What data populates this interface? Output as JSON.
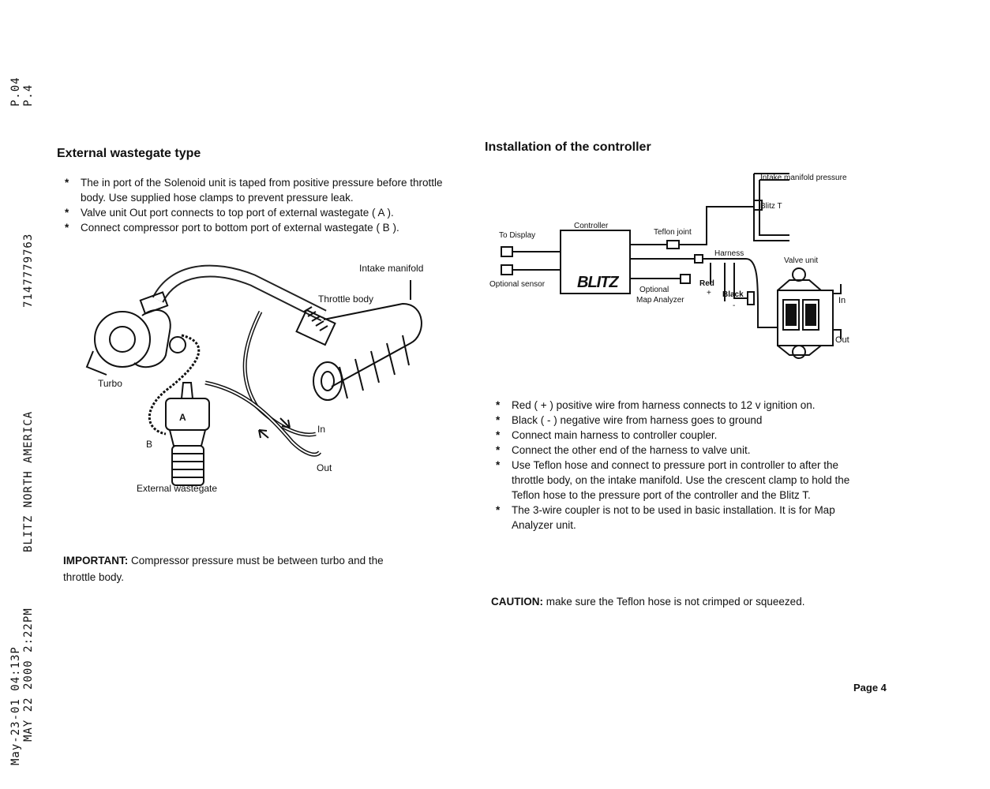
{
  "fax_header": {
    "page_a": "P.04",
    "page_b": "P.4",
    "phone": "7147779763",
    "company": "BLITZ NORTH AMERICA",
    "stamp_a": "May-23-01 04:13P",
    "stamp_b": "MAY 22 2000 2:22PM"
  },
  "left": {
    "title": "External wastegate type",
    "bullets": [
      "The in port of the Solenoid unit is taped from positive pressure before throttle body.  Use supplied hose clamps to prevent pressure leak.",
      "Valve unit Out port connects to top port of external wastegate ( A ).",
      "Connect compressor port to bottom port of external wastegate ( B )."
    ],
    "diagram_labels": {
      "intake_manifold": "Intake manifold",
      "throttle_body": "Throttle body",
      "turbo": "Turbo",
      "a": "A",
      "b": "B",
      "in": "In",
      "out": "Out",
      "external_wastegate": "External wastegate"
    },
    "important_label": "IMPORTANT:",
    "important_text": "Compressor pressure must be between turbo and the throttle body."
  },
  "right": {
    "title": "Installation of the controller",
    "diagram_labels": {
      "intake_pressure": "Intake manifold pressure",
      "blitz_t": "Blitz T",
      "controller": "Controller",
      "teflon_joint": "Teflon joint",
      "to_display": "To Display",
      "harness": "Harness",
      "valve_unit": "Valve unit",
      "optional_sensor": "Optional sensor",
      "blitz_logo": "BLITZ",
      "optional": "Optional",
      "map_analyzer": "Map Analyzer",
      "red": "Red",
      "plus": "+",
      "black": "Black",
      "minus": "-",
      "in": "In",
      "out": "Out"
    },
    "bullets": [
      "Red ( + ) positive wire from harness connects to 12 v ignition on.",
      "Black ( - ) negative wire from harness goes to ground",
      "Connect main harness to controller coupler.",
      "Connect the other end of the harness to valve unit.",
      "Use Teflon hose and connect to pressure port in controller to after the throttle body, on the intake manifold.  Use the crescent clamp to hold the Teflon hose to the pressure port of the controller and the Blitz T.",
      "The 3-wire coupler is not to be used in basic installation.  It is for Map Analyzer unit."
    ],
    "caution_label": "CAUTION:",
    "caution_text": "make sure the Teflon hose is not crimped or squeezed."
  },
  "footer": {
    "page": "Page 4"
  }
}
